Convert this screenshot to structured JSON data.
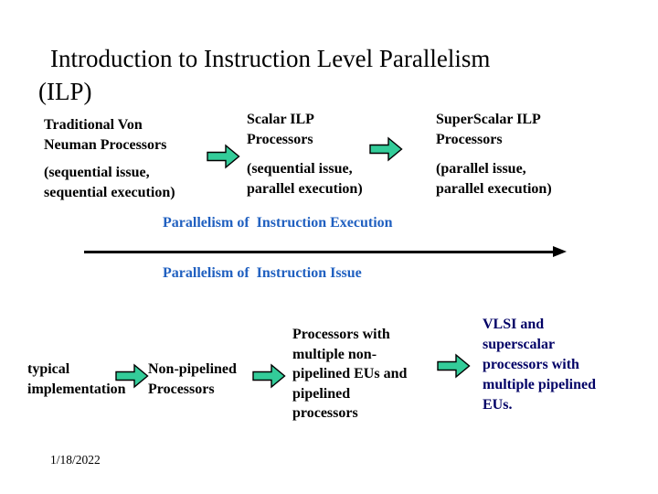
{
  "slide": {
    "title": {
      "line1": "Introduction to Instruction Level Parallelism",
      "line2": "(ILP)"
    },
    "top_row": {
      "stages": [
        {
          "name": "Traditional Von\nNeuman Processors",
          "detail": "(sequential issue,\nsequential execution)"
        },
        {
          "name": "Scalar ILP\nProcessors",
          "detail": "(sequential issue,\nparallel execution)"
        },
        {
          "name": "SuperScalar ILP\nProcessors",
          "detail": "(parallel issue,\nparallel execution)"
        }
      ],
      "connector_icons": [
        "block-arrow-right",
        "block-arrow-right"
      ]
    },
    "axis": {
      "label_above_arrow": "Parallelism of  Instruction Execution",
      "label_below_arrow": "Parallelism of  Instruction Issue",
      "arrow_direction": "right"
    },
    "bottom_row": {
      "lead_label": "typical\nimplementation",
      "stages": [
        "Non-pipelined\nProcessors",
        "Processors with\nmultiple non-\npipelined EUs and\npipelined\nprocessors",
        "VLSI and\nsuperscalar\nprocessors with\nmultiple pipelined\nEUs."
      ],
      "connector_icons": [
        "block-arrow-right",
        "block-arrow-right",
        "block-arrow-right"
      ]
    },
    "footer": {
      "date": "1/18/2022"
    },
    "colors": {
      "background": "#FFFFFF",
      "body_text": "#000000",
      "axis_label_blue": "#2060C0",
      "highlight_navy": "#000066",
      "block_arrow_fill": "#33CC99",
      "block_arrow_outline": "#000000",
      "timeline_arrow": "#000000"
    }
  }
}
